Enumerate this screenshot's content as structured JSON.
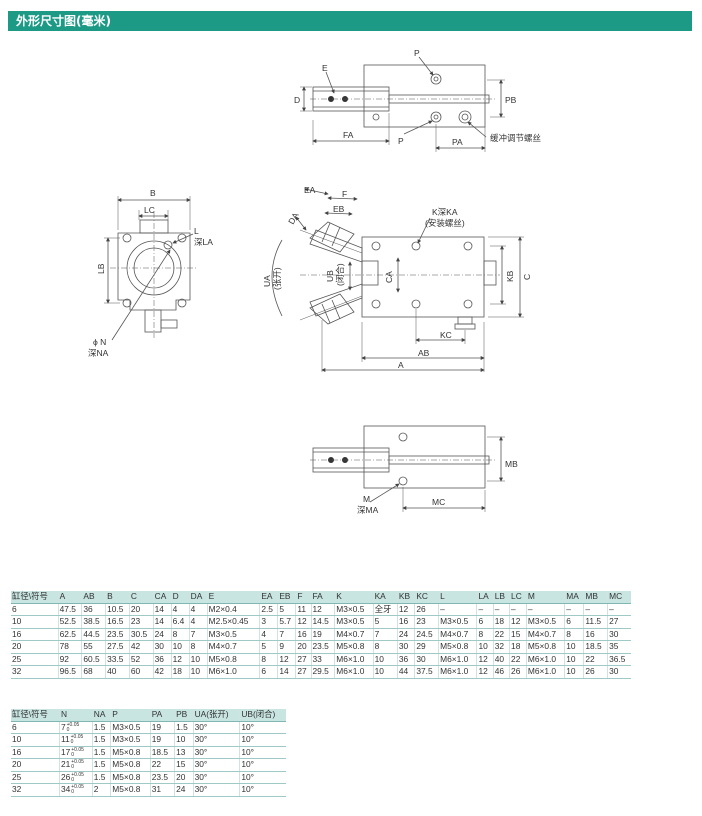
{
  "header": {
    "title": "外形尺寸图(毫米)"
  },
  "drawing_labels": {
    "top": {
      "p1": "P",
      "e": "E",
      "d": "D",
      "pb": "PB",
      "fa": "FA",
      "p2": "P",
      "pa": "PA",
      "note": "缓冲调节螺丝"
    },
    "side": {
      "b": "B",
      "lc": "LC",
      "l": "L",
      "la": "深LA",
      "lb": "LB",
      "n": "ϕ N",
      "na": "深NA"
    },
    "main": {
      "ea": "EA",
      "f": "F",
      "da": "DA",
      "eb": "EB",
      "ka": "K深KA",
      "ka2": "(安装螺丝)",
      "ua": "UA",
      "ua2": "(张开)",
      "ub": "UB",
      "ub2": "(闭合)",
      "ca": "CA",
      "kb": "KB",
      "c": "C",
      "kc": "KC",
      "ab": "AB",
      "a": "A"
    },
    "bottom": {
      "mb": "MB",
      "m": "M",
      "ma": "深MA",
      "mc": "MC"
    }
  },
  "table1": {
    "headers": [
      "缸径\\符号",
      "A",
      "AB",
      "B",
      "C",
      "CA",
      "D",
      "DA",
      "E",
      "EA",
      "EB",
      "F",
      "FA",
      "K",
      "KA",
      "KB",
      "KC",
      "L",
      "LA",
      "LB",
      "LC",
      "M",
      "MA",
      "MB",
      "MC"
    ],
    "rows": [
      [
        "6",
        "47.5",
        "36",
        "10.5",
        "20",
        "14",
        "4",
        "4",
        "M2×0.4",
        "2.5",
        "5",
        "11",
        "12",
        "M3×0.5",
        "全牙",
        "12",
        "26",
        "–",
        "–",
        "–",
        "–",
        "–",
        "–",
        "–",
        "–"
      ],
      [
        "10",
        "52.5",
        "38.5",
        "16.5",
        "23",
        "14",
        "6.4",
        "4",
        "M2.5×0.45",
        "3",
        "5.7",
        "12",
        "14.5",
        "M3×0.5",
        "5",
        "16",
        "23",
        "M3×0.5",
        "6",
        "18",
        "12",
        "M3×0.5",
        "6",
        "11.5",
        "27"
      ],
      [
        "16",
        "62.5",
        "44.5",
        "23.5",
        "30.5",
        "24",
        "8",
        "7",
        "M3×0.5",
        "4",
        "7",
        "16",
        "19",
        "M4×0.7",
        "7",
        "24",
        "24.5",
        "M4×0.7",
        "8",
        "22",
        "15",
        "M4×0.7",
        "8",
        "16",
        "30"
      ],
      [
        "20",
        "78",
        "55",
        "27.5",
        "42",
        "30",
        "10",
        "8",
        "M4×0.7",
        "5",
        "9",
        "20",
        "23.5",
        "M5×0.8",
        "8",
        "30",
        "29",
        "M5×0.8",
        "10",
        "32",
        "18",
        "M5×0.8",
        "10",
        "18.5",
        "35"
      ],
      [
        "25",
        "92",
        "60.5",
        "33.5",
        "52",
        "36",
        "12",
        "10",
        "M5×0.8",
        "8",
        "12",
        "27",
        "33",
        "M6×1.0",
        "10",
        "36",
        "30",
        "M6×1.0",
        "12",
        "40",
        "22",
        "M6×1.0",
        "10",
        "22",
        "36.5"
      ],
      [
        "32",
        "96.5",
        "68",
        "40",
        "60",
        "42",
        "18",
        "10",
        "M6×1.0",
        "6",
        "14",
        "27",
        "29.5",
        "M6×1.0",
        "10",
        "44",
        "37.5",
        "M6×1.0",
        "12",
        "46",
        "26",
        "M6×1.0",
        "10",
        "26",
        "30"
      ]
    ]
  },
  "table2": {
    "headers": [
      "缸径\\符号",
      "N",
      "NA",
      "P",
      "PA",
      "PB",
      "UA(张开)",
      "UB(闭合)"
    ],
    "rows": [
      [
        "6",
        "7",
        "1.5",
        "M3×0.5",
        "19",
        "1.5",
        "30°",
        "10°"
      ],
      [
        "10",
        "11",
        "1.5",
        "M3×0.5",
        "19",
        "10",
        "30°",
        "10°"
      ],
      [
        "16",
        "17",
        "1.5",
        "M5×0.8",
        "18.5",
        "13",
        "30°",
        "10°"
      ],
      [
        "20",
        "21",
        "1.5",
        "M5×0.8",
        "22",
        "15",
        "30°",
        "10°"
      ],
      [
        "25",
        "26",
        "1.5",
        "M5×0.8",
        "23.5",
        "20",
        "30°",
        "10°"
      ],
      [
        "32",
        "34",
        "2",
        "M5×0.8",
        "31",
        "24",
        "30°",
        "10°"
      ]
    ],
    "n_tolerance_upper": "0.05",
    "n_tolerance_lower": "0"
  }
}
